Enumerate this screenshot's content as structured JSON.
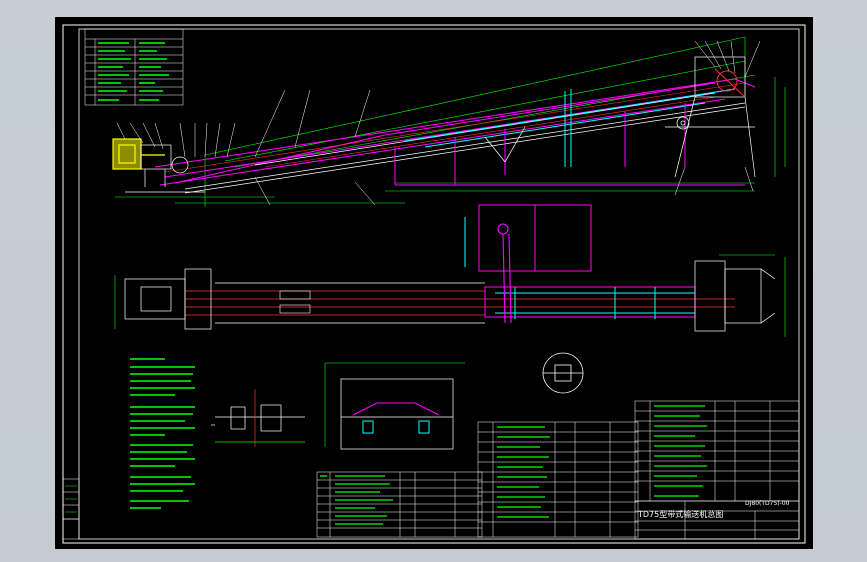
{
  "viewport": {
    "background": "#c6cdd5",
    "canvas_color": "#000000"
  },
  "title_block": {
    "drawing_title": "TD75型带式输送机总图",
    "drawing_number": "DJ80(TD75)-00",
    "left_stamps": [
      "审核",
      "设计",
      "比例"
    ]
  },
  "colors": {
    "frame": "#ffffff",
    "belt_outline": "#ff00ff",
    "conveyor_structure": "#ffffff",
    "dimension": "#00ff00",
    "centerline": "#ff3030",
    "idlers": "#00ffff",
    "drive_unit": "#ffff00",
    "notes_text": "#00ff00"
  },
  "icons": {
    "section_symbol": "circle-section-icon"
  }
}
